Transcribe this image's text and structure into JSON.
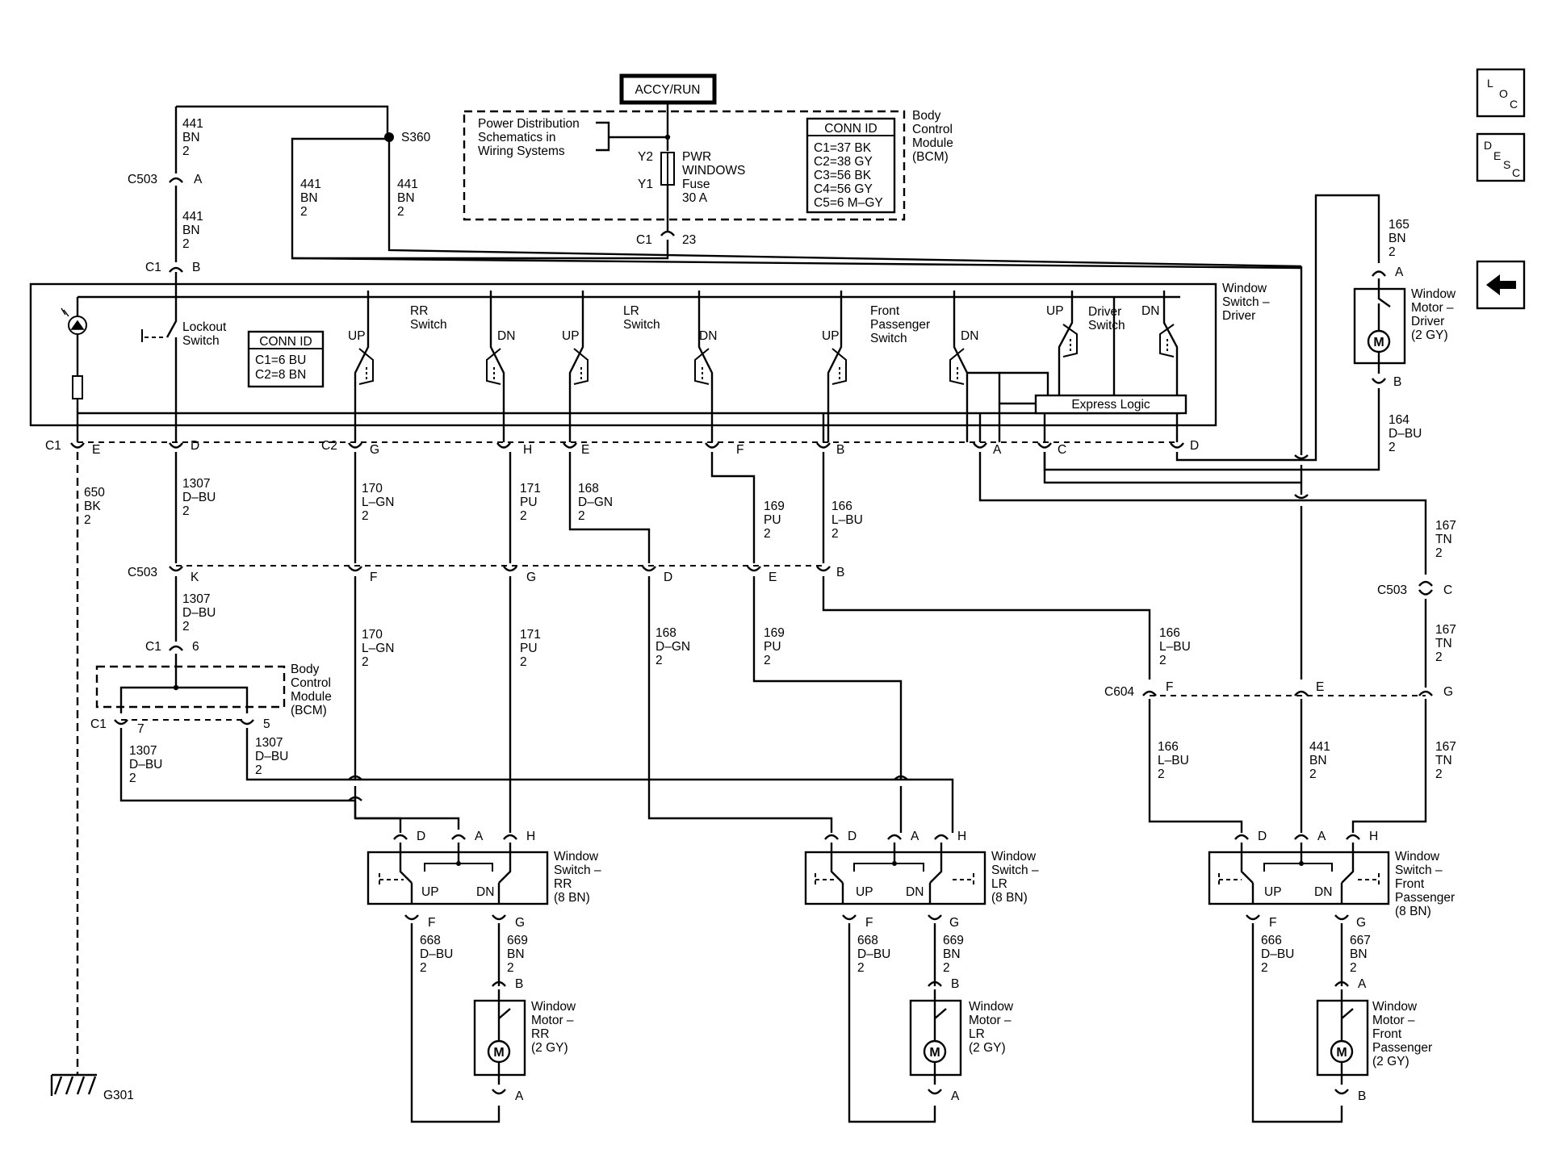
{
  "accy_run": "ACCY/RUN",
  "power_dist": [
    "Power Distribution",
    "Schematics in",
    "Wiring Systems"
  ],
  "fuse": {
    "pins": [
      "Y2",
      "Y1"
    ],
    "label": [
      "PWR",
      "WINDOWS",
      "Fuse",
      "30 A"
    ]
  },
  "bcm_top": {
    "label": [
      "Body",
      "Control",
      "Module",
      "(BCM)"
    ],
    "conn_id_title": "CONN ID",
    "conn_id_rows": [
      "C1=37 BK",
      "C2=38 GY",
      "C3=56 BK",
      "C4=56 GY",
      "C5=6 M–GY"
    ],
    "c1_pin": [
      "C1",
      "23"
    ]
  },
  "splice": "S360",
  "wires_top": {
    "w441_a": [
      "441",
      "BN",
      "2"
    ],
    "w441_b": [
      "441",
      "BN",
      "2"
    ],
    "w441_c": [
      "441",
      "BN",
      "2"
    ],
    "w441_d": [
      "441",
      "BN",
      "2"
    ]
  },
  "c503_top": [
    "C503",
    "A"
  ],
  "c1_top": [
    "C1",
    "B"
  ],
  "driver_switch": {
    "title": [
      "Window",
      "Switch –",
      "Driver"
    ],
    "lockout": [
      "Lockout",
      "Switch"
    ],
    "conn_id_title": "CONN ID",
    "conn_id_rows": [
      "C1=6 BU",
      "C2=8 BN"
    ],
    "rr_switch": [
      "RR",
      "Switch"
    ],
    "lr_switch": [
      "LR",
      "Switch"
    ],
    "fp_switch": [
      "Front",
      "Passenger",
      "Switch"
    ],
    "drv_switch": [
      "Driver",
      "Switch"
    ],
    "up": "UP",
    "dn": "DN",
    "express": "Express Logic",
    "pins_c1": [
      "C1",
      "E",
      "D"
    ],
    "pins_c2": [
      "C2",
      "G",
      "H",
      "E",
      "F",
      "B",
      "A",
      "C",
      "D"
    ]
  },
  "driver_motor": {
    "wire_top": [
      "165",
      "BN",
      "2"
    ],
    "pin_a": "A",
    "pin_b": "B",
    "label": [
      "Window",
      "Motor –",
      "Driver",
      "(2 GY)"
    ],
    "motor": "M",
    "wire_bottom": [
      "164",
      "D–BU",
      "2"
    ]
  },
  "mid_wires": {
    "w650": [
      "650",
      "BK",
      "2"
    ],
    "w1307_a": [
      "1307",
      "D–BU",
      "2"
    ],
    "w170_a": [
      "170",
      "L–GN",
      "2"
    ],
    "w171_a": [
      "171",
      "PU",
      "2"
    ],
    "w168_a": [
      "168",
      "D–GN",
      "2"
    ],
    "w169_a": [
      "169",
      "PU",
      "2"
    ],
    "w166_a": [
      "166",
      "L–BU",
      "2"
    ],
    "w167_a": [
      "167",
      "TN",
      "2"
    ]
  },
  "c503_mid": {
    "name": "C503",
    "pins": [
      "K",
      "F",
      "G",
      "D",
      "E",
      "B"
    ]
  },
  "c503_right": [
    "C503",
    "C"
  ],
  "lower_wires": {
    "w1307_b": [
      "1307",
      "D–BU",
      "2"
    ],
    "w170_b": [
      "170",
      "L–GN",
      "2"
    ],
    "w171_b": [
      "171",
      "PU",
      "2"
    ],
    "w168_b": [
      "168",
      "D–GN",
      "2"
    ],
    "w169_b": [
      "169",
      "PU",
      "2"
    ],
    "w166_b": [
      "166",
      "L–BU",
      "2"
    ],
    "w167_b": [
      "167",
      "TN",
      "2"
    ],
    "w166_c": [
      "166",
      "L–BU",
      "2"
    ],
    "w441_e": [
      "441",
      "BN",
      "2"
    ],
    "w167_c": [
      "167",
      "TN",
      "2"
    ],
    "w1307_c": [
      "1307",
      "D–BU",
      "2"
    ],
    "w1307_d": [
      "1307",
      "D–BU",
      "2"
    ]
  },
  "c1_mid": [
    "C1",
    "6"
  ],
  "bcm_bottom": {
    "label": [
      "Body",
      "Control",
      "Module",
      "(BCM)"
    ],
    "pins": [
      "C1",
      "7",
      "5"
    ]
  },
  "c604": {
    "name": "C604",
    "pins": [
      "F",
      "E",
      "G"
    ]
  },
  "ground": "G301",
  "rr_switch": {
    "pins_top": [
      "D",
      "A",
      "H"
    ],
    "pins_bottom": [
      "F",
      "G"
    ],
    "label": [
      "Window",
      "Switch –",
      "RR",
      "(8 BN)"
    ],
    "up": "UP",
    "dn": "DN",
    "w_left": [
      "668",
      "D–BU",
      "2"
    ],
    "w_right": [
      "669",
      "BN",
      "2"
    ],
    "motor_label": [
      "Window",
      "Motor –",
      "RR",
      "(2 GY)"
    ],
    "motor_pins": [
      "B",
      "A"
    ],
    "motor": "M"
  },
  "lr_switch": {
    "pins_top": [
      "D",
      "A",
      "H"
    ],
    "pins_bottom": [
      "F",
      "G"
    ],
    "label": [
      "Window",
      "Switch –",
      "LR",
      "(8 BN)"
    ],
    "up": "UP",
    "dn": "DN",
    "w_left": [
      "668",
      "D–BU",
      "2"
    ],
    "w_right": [
      "669",
      "BN",
      "2"
    ],
    "motor_label": [
      "Window",
      "Motor –",
      "LR",
      "(2 GY)"
    ],
    "motor_pins": [
      "B",
      "A"
    ],
    "motor": "M"
  },
  "fp_switch": {
    "pins_top": [
      "D",
      "A",
      "H"
    ],
    "pins_bottom": [
      "F",
      "G"
    ],
    "label": [
      "Window",
      "Switch –",
      "Front",
      "Passenger",
      "(8 BN)"
    ],
    "up": "UP",
    "dn": "DN",
    "w_left": [
      "666",
      "D–BU",
      "2"
    ],
    "w_right": [
      "667",
      "BN",
      "2"
    ],
    "motor_label": [
      "Window",
      "Motor –",
      "Front",
      "Passenger",
      "(2 GY)"
    ],
    "motor_pins": [
      "A",
      "B"
    ],
    "motor": "M"
  },
  "nav": {
    "loc": [
      "L",
      "O",
      "C"
    ],
    "desc": [
      "D",
      "E",
      "S",
      "C"
    ],
    "back": "back-arrow-icon"
  }
}
